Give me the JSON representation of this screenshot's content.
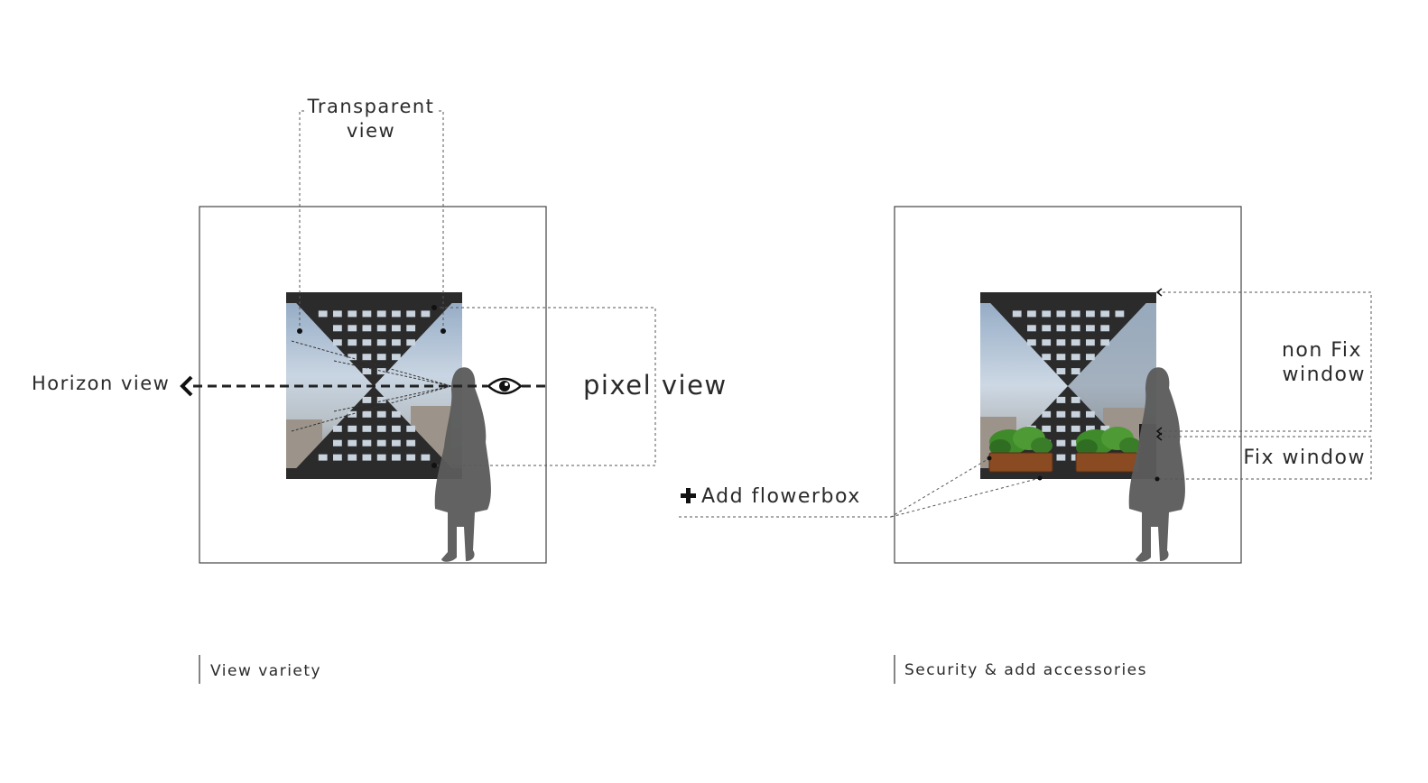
{
  "left_panel": {
    "transparent_view_line1": "Transparent",
    "transparent_view_line2": "view",
    "horizon_view": "Horizon view",
    "pixel_view": "pixel view",
    "caption": "View variety"
  },
  "right_panel": {
    "non_fix_line1": "non Fix",
    "non_fix_line2": "window",
    "fix_window": "Fix window",
    "add_flowerbox": "Add flowerbox",
    "caption": "Security & add accessories"
  },
  "icons": [
    "eye-icon",
    "arrow-left-icon",
    "plus-icon",
    "person-silhouette-icon"
  ],
  "colors": {
    "screen": "#2b2b2b",
    "sky": "#a9bdd2",
    "glass": "#8a98a8",
    "silhouette": "#5c5c5c",
    "planter": "#8a4a22",
    "plants": "#3f8a2a"
  }
}
